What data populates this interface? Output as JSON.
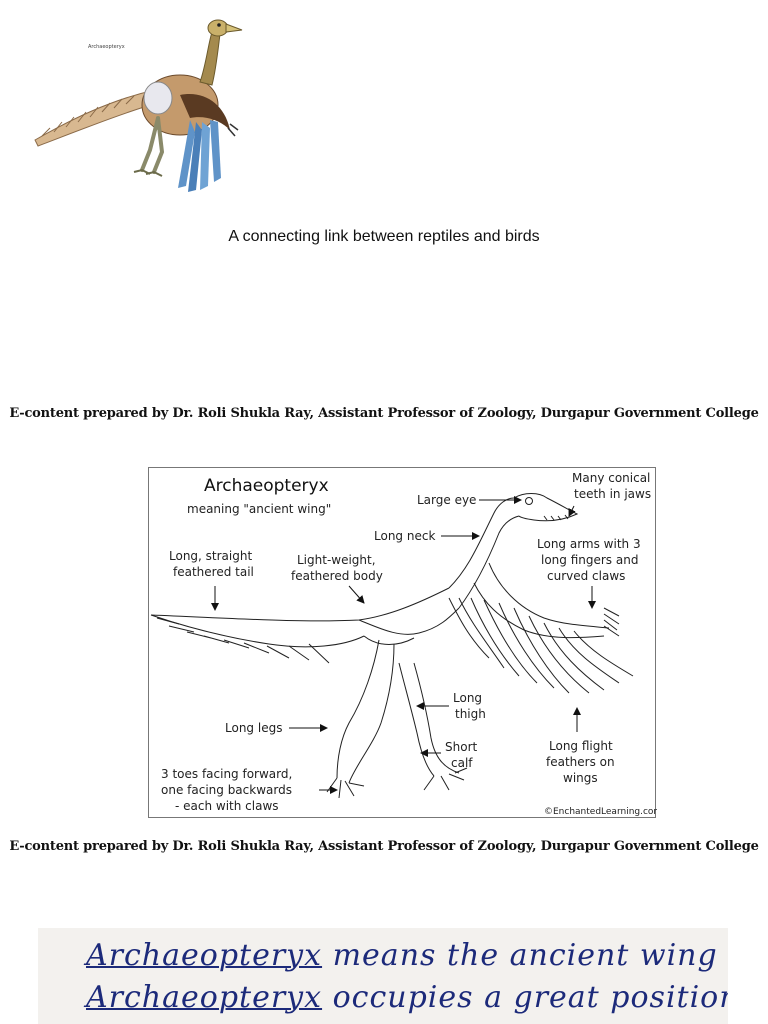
{
  "photo": {
    "caption": "Archaeopteryx"
  },
  "subtitle": "A connecting link between reptiles and birds",
  "credit": "E-content prepared by Dr. Roli Shukla Ray, Assistant  Professor of Zoology, Durgapur Government College",
  "diagram": {
    "title": "Archaeopteryx",
    "subtitle": "meaning \"ancient wing\"",
    "copyright": "©EnchantedLearning.com",
    "labels": {
      "large_eye": "Large eye",
      "teeth": [
        "Many conical",
        "teeth in jaws"
      ],
      "long_neck": "Long neck",
      "arms": [
        "Long arms with 3",
        "long fingers and",
        "curved claws"
      ],
      "tail": [
        "Long, straight",
        "feathered tail"
      ],
      "body": [
        "Light-weight,",
        "feathered body"
      ],
      "thigh": [
        "Long",
        "thigh"
      ],
      "long_legs": "Long legs",
      "calf": [
        "Short",
        "calf"
      ],
      "toes": [
        "3 toes facing forward,",
        "one facing backwards",
        "- each with claws"
      ],
      "flight_feathers": [
        "Long flight",
        "feathers on",
        "wings"
      ]
    }
  },
  "handwritten_notes": {
    "line1_word": "Archaeopteryx",
    "line1_rest": "means the ancient wing .",
    "line2_word": "Archaeopteryx",
    "line2_rest": "occupies a great position in"
  },
  "colors": {
    "ink": "#1c2a7a",
    "feather_blue": "#5f93c8",
    "feather_brown": "#c49a6c"
  }
}
